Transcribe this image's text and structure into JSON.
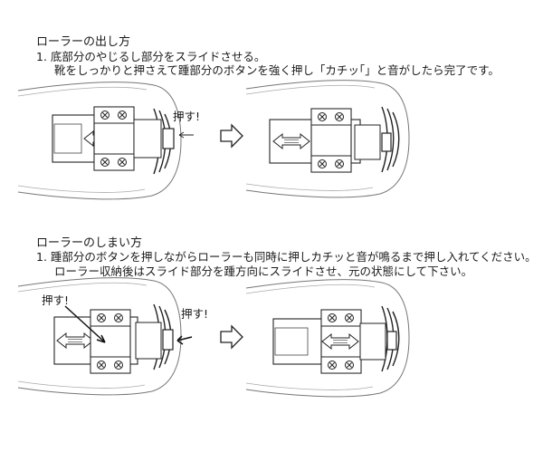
{
  "section1": {
    "title": "ローラーの出し方",
    "step": "1. 底部分のやじるし部分をスライドさせる。",
    "note": "靴をしっかりと押さえて踵部分のボタンを強く押し「カチッ｢」と音がしたら完了です。",
    "press_label": "押す!"
  },
  "section2": {
    "title": "ローラーのしまい方",
    "step": "1. 踵部分のボタンを押しながらローラーも同時に押しカチッと音が鳴るまで押し入れてください。",
    "note": "ローラー収納後はスライド部分を踵方向にスライドさせ、元の状態にして下さい。",
    "press_label_top": "押す!",
    "press_label_side": "押す!"
  }
}
